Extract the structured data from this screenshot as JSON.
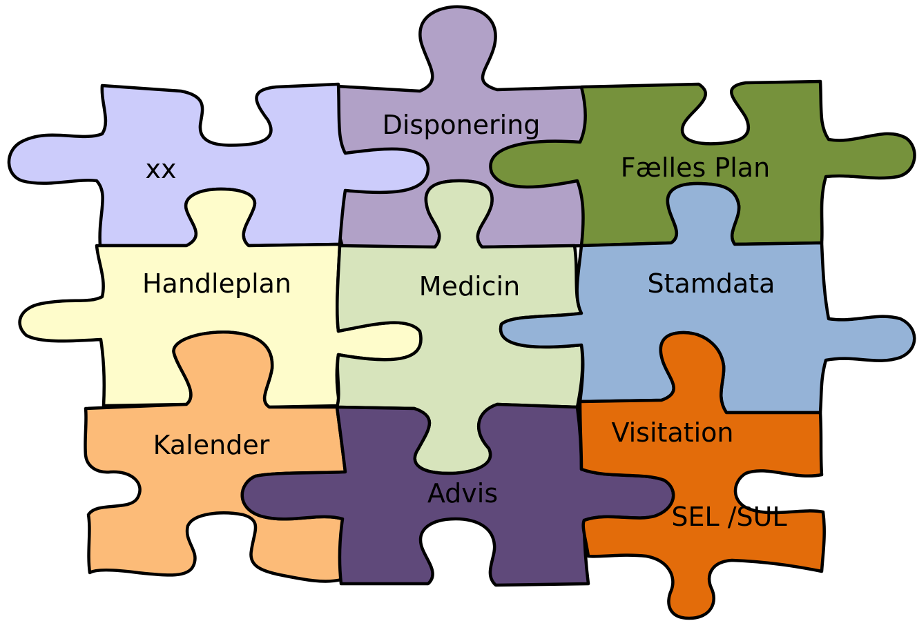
{
  "diagram": {
    "type": "puzzle",
    "pieces": [
      {
        "id": "xx",
        "label": "xx",
        "color": "#ccccfb"
      },
      {
        "id": "disponering",
        "label": "Disponering",
        "color": "#b1a1c7"
      },
      {
        "id": "faelles-plan",
        "label": "Fælles Plan",
        "color": "#76923c"
      },
      {
        "id": "handleplan",
        "label": "Handleplan",
        "color": "#fefccb"
      },
      {
        "id": "medicin",
        "label": "Medicin",
        "color": "#d7e4bc"
      },
      {
        "id": "stamdata",
        "label": "Stamdata",
        "color": "#95b3d7"
      },
      {
        "id": "kalender",
        "label": "Kalender",
        "color": "#fcbb78"
      },
      {
        "id": "advis",
        "label": "Advis",
        "color": "#5f497a"
      },
      {
        "id": "visitation",
        "label": "Visitation",
        "color": "#e36c0a",
        "extra_label": "SEL /SUL"
      }
    ]
  }
}
